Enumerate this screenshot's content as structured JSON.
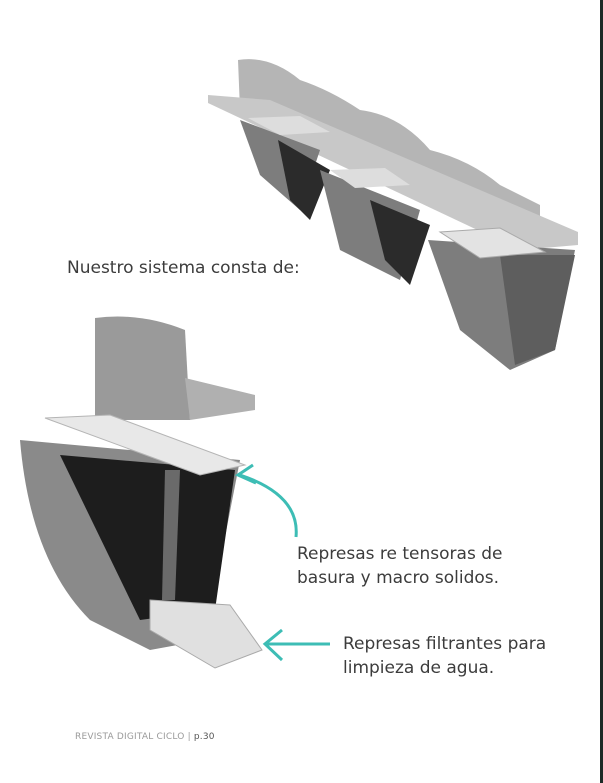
{
  "intro": "Nuestro sistema consta de:",
  "callouts": [
    {
      "lines": [
        "Represas re tensoras de",
        "basura y macro solidos."
      ]
    },
    {
      "lines": [
        "Represas filtrantes para",
        "limpieza de agua."
      ]
    }
  ],
  "footer": {
    "magazine": "REVISTA DIGITAL CICLO",
    "separator": "|",
    "page": "p.30"
  },
  "colors": {
    "arrow": "#3dbdb5",
    "concrete": "#8a8a8a"
  }
}
